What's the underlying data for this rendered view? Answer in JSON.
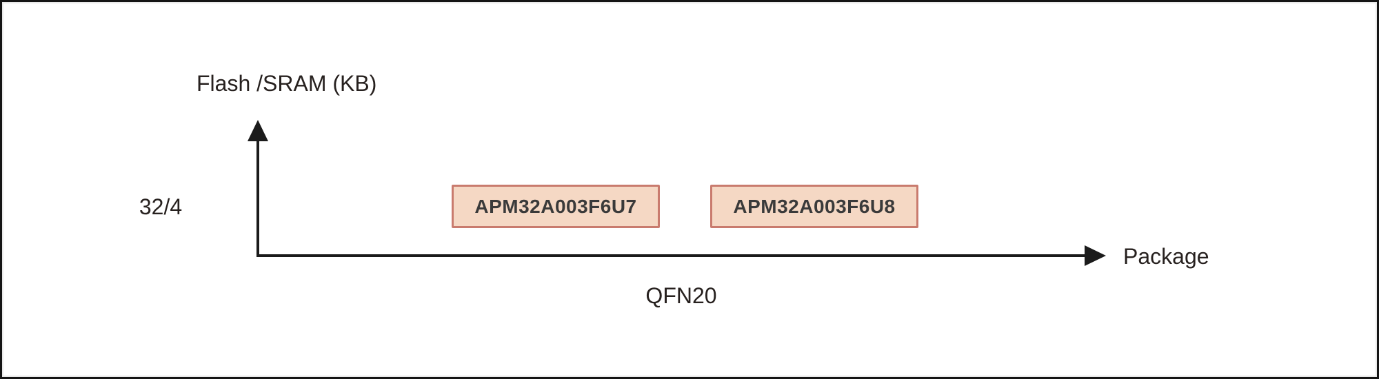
{
  "figure": {
    "type": "product-selection-map",
    "y_axis": {
      "label": "Flash /SRAM (KB)",
      "tick_label": "32/4"
    },
    "x_axis": {
      "label": "Package",
      "tick_label": "QFN20"
    },
    "products": [
      {
        "name": "APM32A003F6U7",
        "flash_sram_kb": "32/4",
        "package": "QFN20"
      },
      {
        "name": "APM32A003F6U8",
        "flash_sram_kb": "32/4",
        "package": "QFN20"
      }
    ],
    "colors": {
      "product_box_fill": "#f5d8c4",
      "product_box_border": "#c97b6e",
      "axis_line": "#1b1b1b",
      "text": "#27211f",
      "product_text": "#3a3a3a",
      "background": "#ffffff",
      "frame_border": "#141414"
    }
  }
}
